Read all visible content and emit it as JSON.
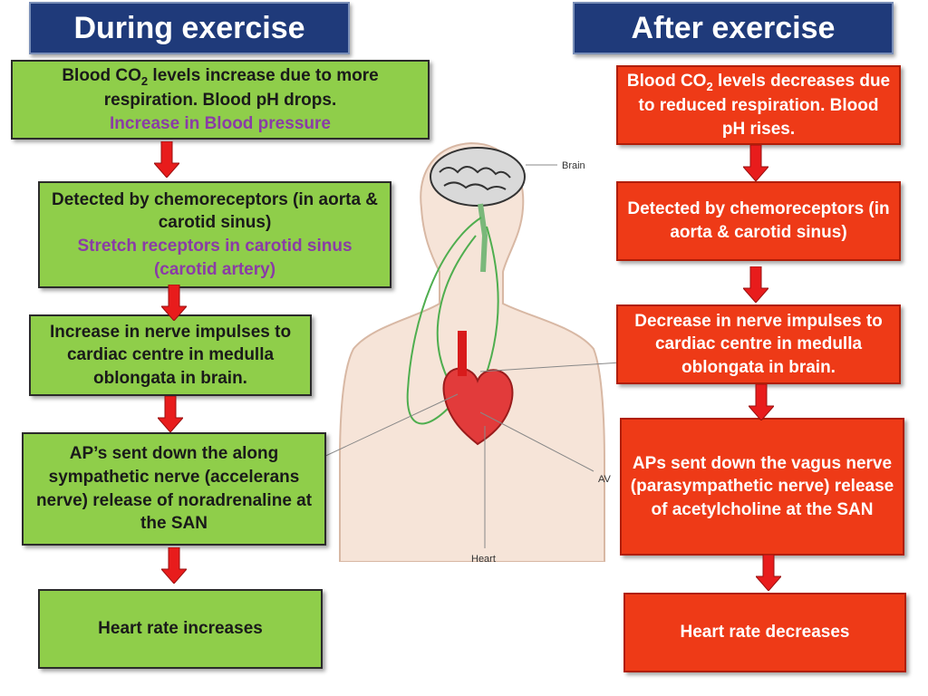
{
  "headers": {
    "during": "During exercise",
    "after": "After exercise"
  },
  "during": {
    "box1": {
      "line1a": "Blood CO",
      "sub": "2",
      "line1b": " levels increase due to more respiration. Blood pH drops.",
      "line2": "Increase in Blood pressure"
    },
    "box2": {
      "line1": "Detected by chemoreceptors (in aorta & carotid sinus)",
      "line2": "Stretch receptors in carotid sinus (carotid artery)"
    },
    "box3": "Increase in nerve impulses to cardiac centre in medulla oblongata in brain.",
    "box4": "AP’s sent down the  along sympathetic nerve (accelerans nerve) release of noradrenaline at the SAN",
    "box5": "Heart rate increases"
  },
  "after": {
    "box1": {
      "line1a": "Blood CO",
      "sub": "2",
      "line1b": " levels decreases due to reduced respiration. Blood pH rises."
    },
    "box2": "Detected by chemoreceptors (in aorta & carotid sinus)",
    "box3": "Decrease in nerve impulses to cardiac centre in medulla oblongata in brain.",
    "box4": "APs sent down the  vagus nerve (parasympathetic nerve) release of acetylcholine at the SAN",
    "box5": "Heart rate decreases"
  },
  "diagram_labels": {
    "brain": "Brain",
    "heart": "Heart",
    "av": "AV"
  },
  "colors": {
    "header": "#1f3a7a",
    "green_box": "#8fce4a",
    "red_box": "#ee3a17",
    "arrow": "#e81c1c",
    "purple_text": "#8a3ca6"
  }
}
